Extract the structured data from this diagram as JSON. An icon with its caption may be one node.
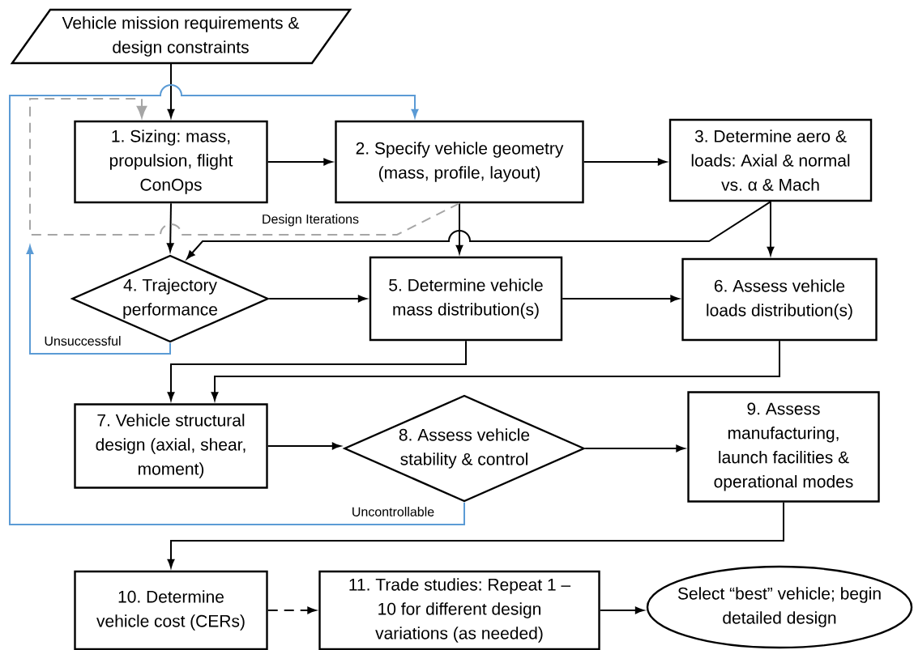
{
  "diagram": {
    "nodes": [
      {
        "text": [
          "Vehicle mission requirements & design constraints"
        ]
      },
      {
        "text": [
          "1. Sizing: mass, propulsion, flight ConOps"
        ]
      },
      {
        "text": [
          "2. Specify vehicle geometry (mass, profile, layout)"
        ]
      },
      {
        "text": [
          "3. Determine aero & loads: Axial & normal vs. α & Mach"
        ]
      },
      {
        "text": [
          "4. Trajectory performance"
        ]
      },
      {
        "text": [
          "5. Determine vehicle mass distribution(s)"
        ]
      },
      {
        "text": [
          "6. Assess vehicle loads distribution(s)"
        ]
      },
      {
        "text": [
          "7. Vehicle structural design (axial, shear, moment)"
        ]
      },
      {
        "text": [
          "8. Assess vehicle stability & control"
        ]
      },
      {
        "text": [
          "9. Assess manufacturing, launch facilities & operational modes"
        ]
      },
      {
        "text": [
          "10. Determine vehicle cost (CERs)"
        ]
      },
      {
        "text": [
          "11. Trade studies: Repeat 1 – 10 for different design variations (as needed)"
        ]
      },
      {
        "text": [
          "Select “best” vehicle; begin detailed design"
        ]
      }
    ],
    "edges": [
      {
        "from": 0,
        "to": 1,
        "arrow": "to"
      },
      {
        "from": 1,
        "to": 2,
        "arrow": "to"
      },
      {
        "from": 2,
        "to": 3,
        "arrow": "to"
      },
      {
        "from": 1,
        "to": 4,
        "arrow": "to"
      },
      {
        "from": 3,
        "to": 4,
        "arrow": "to"
      },
      {
        "from": 2,
        "to": 5,
        "arrow": "to"
      },
      {
        "from": 3,
        "to": 6,
        "arrow": "to"
      },
      {
        "from": 4,
        "to": 5,
        "arrow": "to"
      },
      {
        "from": 5,
        "to": 6,
        "arrow": "to"
      },
      {
        "from": 5,
        "to": 7,
        "arrow": "to"
      },
      {
        "from": 6,
        "to": 7,
        "arrow": "to"
      },
      {
        "from": 7,
        "to": 8,
        "arrow": "to"
      },
      {
        "from": 8,
        "to": 9,
        "arrow": "to"
      },
      {
        "from": 9,
        "to": 10,
        "arrow": "to"
      },
      {
        "from": 10,
        "to": 11,
        "arrow": "to",
        "style": "dashed"
      },
      {
        "from": 11,
        "to": 12,
        "arrow": "to"
      },
      {
        "from": 4,
        "to": null,
        "arrow": "to",
        "label": "Unsuccessful",
        "color": "#5b9bd5"
      },
      {
        "from": 8,
        "to": 2,
        "arrow": "to",
        "label": "Uncontrollable",
        "color": "#5b9bd5"
      },
      {
        "from": 2,
        "to": 1,
        "arrow": "to",
        "label": "Design Iterations",
        "style": "dashed",
        "color": "#a6a6a6"
      }
    ]
  }
}
